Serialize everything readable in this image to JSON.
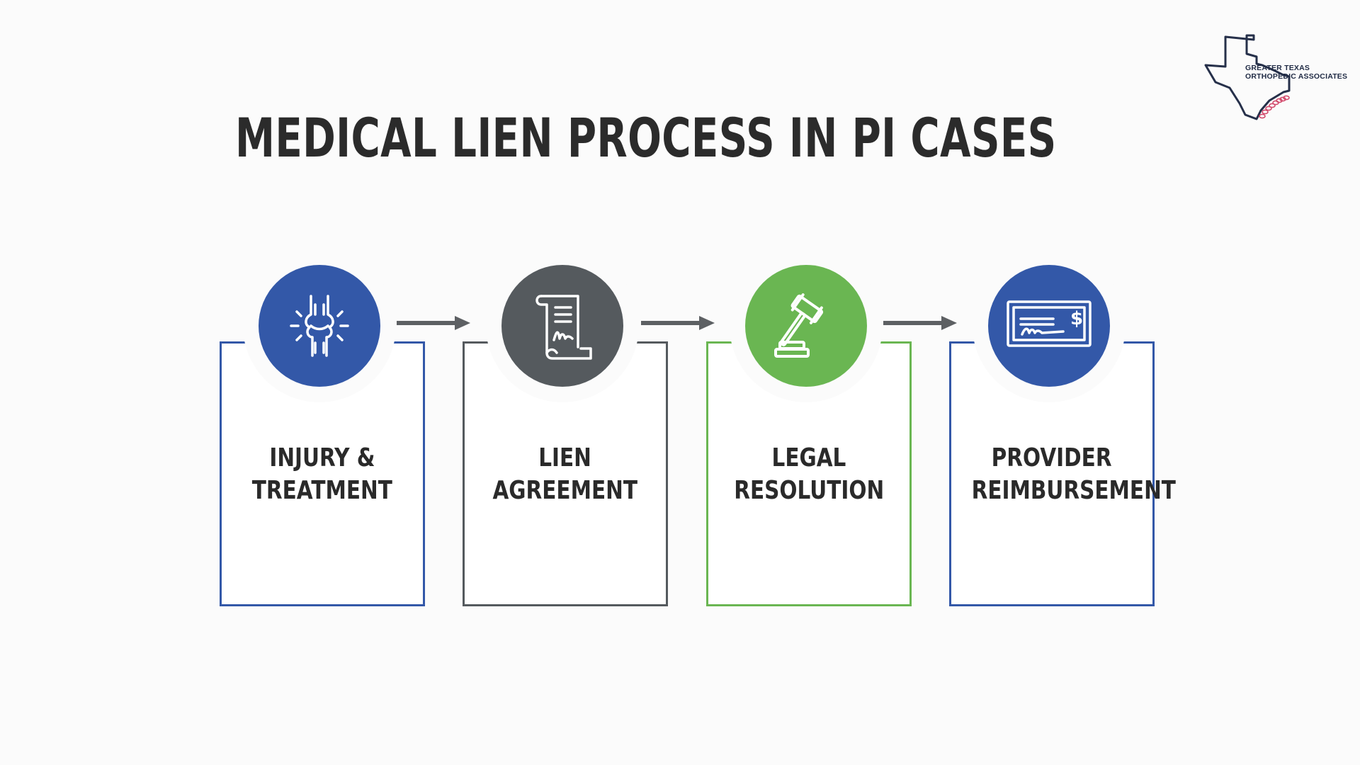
{
  "logo": {
    "line1": "GREATER TEXAS",
    "line2": "ORTHOPEDIC ASSOCIATES",
    "icon": "texas-outline-spine-icon"
  },
  "title": "MEDICAL LIEN PROCESS IN PI CASES",
  "colors": {
    "blue": "#3358a8",
    "gray": "#555a5e",
    "green": "#6ab652",
    "title": "#2b2b2b",
    "arrow": "#5d6063"
  },
  "steps": [
    {
      "line1": "INJURY &",
      "line2": "TREATMENT",
      "icon": "knee-joint-icon",
      "color": "blue"
    },
    {
      "line1": "LIEN",
      "line2": "AGREEMENT",
      "icon": "signed-scroll-icon",
      "color": "gray"
    },
    {
      "line1": "LEGAL",
      "line2": "RESOLUTION",
      "icon": "gavel-icon",
      "color": "green"
    },
    {
      "line1": "PROVIDER",
      "line2": "REIMBURSEMENT",
      "icon": "check-payment-icon",
      "color": "blue"
    }
  ]
}
